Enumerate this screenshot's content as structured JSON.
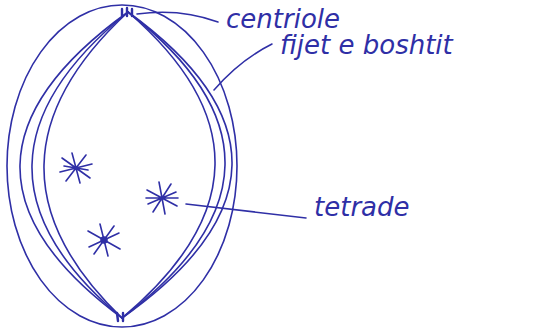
{
  "diagram": {
    "labels": [
      "centriole",
      "fijet e boshtit",
      "tetrade"
    ]
  }
}
